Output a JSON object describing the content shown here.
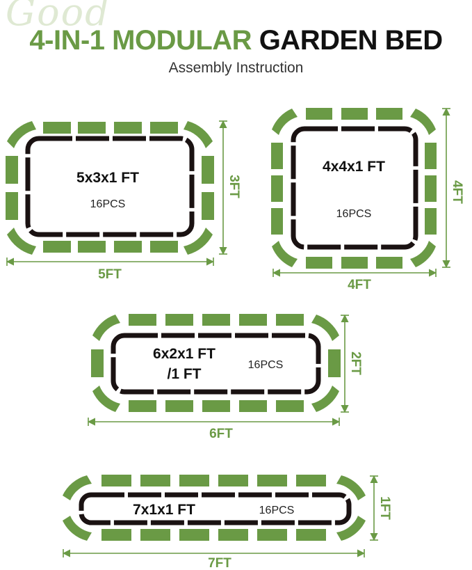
{
  "header": {
    "watermark": "Good",
    "title_green": "4-IN-1 MODULAR",
    "title_black": "GARDEN BED",
    "subtitle": "Assembly Instruction"
  },
  "beds": [
    {
      "size_line1": "5x3x1 FT",
      "size_line2": "",
      "pieces": "16PCS",
      "width_label": "5FT",
      "height_label": "3FT"
    },
    {
      "size_line1": "4x4x1 FT",
      "size_line2": "",
      "pieces": "16PCS",
      "width_label": "4FT",
      "height_label": "4FT"
    },
    {
      "size_line1": "6x2x1 FT",
      "size_line2": "/1 FT",
      "pieces": "16PCS",
      "width_label": "6FT",
      "height_label": "2FT"
    },
    {
      "size_line1": "7x1x1 FT",
      "size_line2": "",
      "pieces": "16PCS",
      "width_label": "7FT",
      "height_label": "1FT"
    }
  ],
  "colors": {
    "accent_green": "#6a9a45",
    "frame_dark": "#1a1212"
  }
}
